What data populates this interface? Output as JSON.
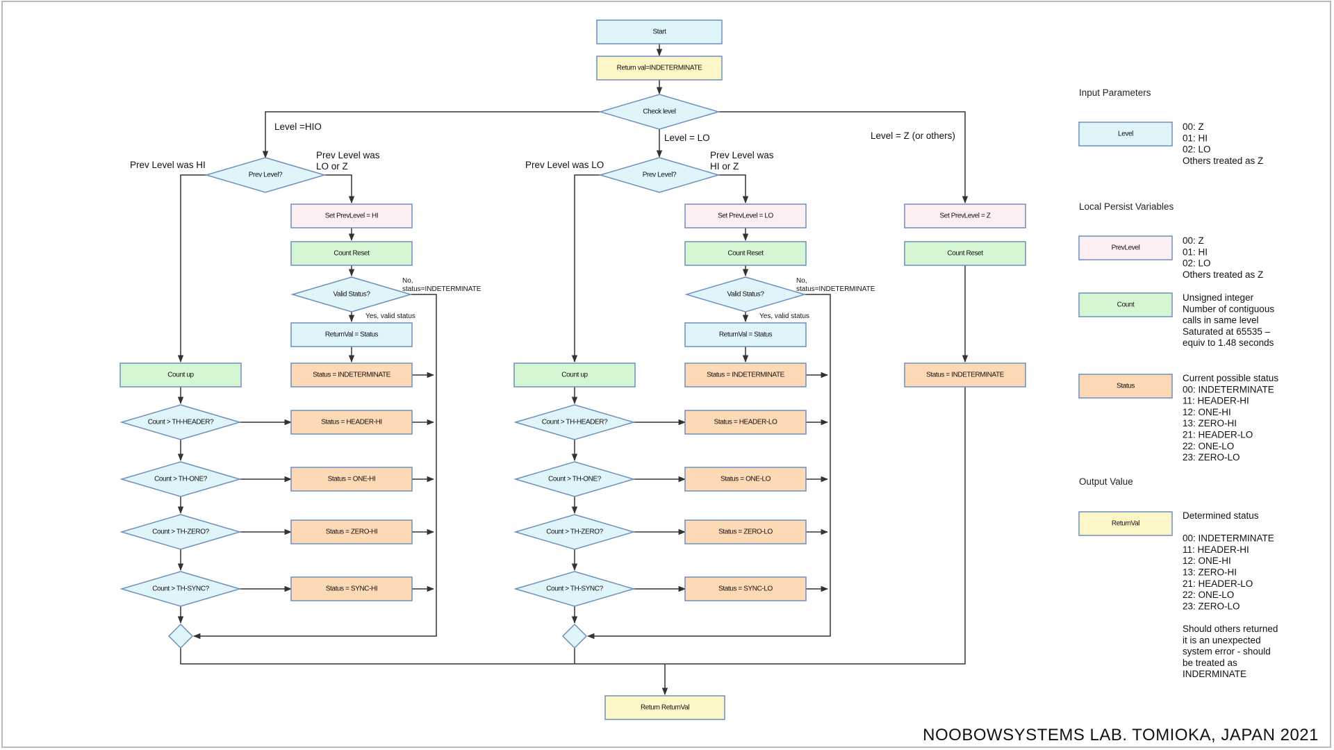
{
  "colors": {
    "cyan": "#dff5fa",
    "yellow": "#fdf6c7",
    "pink": "#fdeef2",
    "green": "#d6f5d2",
    "orange": "#fdd9b6",
    "border": "#6c8ebf",
    "line": "#333333"
  },
  "nodes": {
    "start": "Start",
    "init_retval": "Return val=INDETERMINATE",
    "check_level": "Check level",
    "return_retval": "Return ReturnVal",
    "hi": {
      "prev_level": "Prev Level?",
      "set_prev": "Set PrevLevel = HI",
      "count_reset": "Count Reset",
      "valid_status": "Valid Status?",
      "retval_status": "ReturnVal = Status",
      "status_indet": "Status = INDETERMINATE",
      "count_up": "Count up",
      "q_header": "Count > TH-HEADER?",
      "q_one": "Count > TH-ONE?",
      "q_zero": "Count > TH-ZERO?",
      "q_sync": "Count > TH-SYNC?",
      "s_header": "Status = HEADER-HI",
      "s_one": "Status = ONE-HI",
      "s_zero": "Status = ZERO-HI",
      "s_sync": "Status = SYNC-HI"
    },
    "lo": {
      "prev_level": "Prev Level?",
      "set_prev": "Set PrevLevel = LO",
      "count_reset": "Count Reset",
      "valid_status": "Valid Status?",
      "retval_status": "ReturnVal = Status",
      "status_indet": "Status = INDETERMINATE",
      "count_up": "Count up",
      "q_header": "Count > TH-HEADER?",
      "q_one": "Count > TH-ONE?",
      "q_zero": "Count > TH-ZERO?",
      "q_sync": "Count > TH-SYNC?",
      "s_header": "Status = HEADER-LO",
      "s_one": "Status = ONE-LO",
      "s_zero": "Status = ZERO-LO",
      "s_sync": "Status = SYNC-LO"
    },
    "z": {
      "set_prev": "Set PrevLevel = Z",
      "count_reset": "Count Reset",
      "status_indet": "Status = INDETERMINATE"
    }
  },
  "edge_labels": {
    "level_hi": "Level =HIO",
    "level_lo": "Level = LO",
    "level_z": "Level = Z (or others)",
    "prev_was_hi": "Prev Level was HI",
    "prev_was_lo_or_z": [
      "Prev Level was",
      "LO or Z"
    ],
    "prev_was_lo": "Prev Level was LO",
    "prev_was_hi_or_z": [
      "Prev Level was",
      "HI or Z"
    ],
    "no_status": [
      "No,",
      "status=INDETERMINATE"
    ],
    "yes_valid": "Yes, valid status"
  },
  "legend": {
    "input_title": "Input Parameters",
    "local_title": "Local Persist Variables",
    "output_title": "Output Value",
    "level": {
      "label": "Level",
      "desc": [
        "00: Z",
        "01: HI",
        "02: LO",
        "Others treated as Z"
      ]
    },
    "prevlevel": {
      "label": "PrevLevel",
      "desc": [
        "00: Z",
        "01: HI",
        "02: LO",
        "Others treated as Z"
      ]
    },
    "count": {
      "label": "Count",
      "desc": [
        "Unsigned integer",
        "Number of contiguous",
        "calls in same level",
        "Saturated at 65535 –",
        "equiv to 1.48 seconds"
      ]
    },
    "status": {
      "label": "Status",
      "desc": [
        "Current possible status",
        "00: INDETERMINATE",
        "11: HEADER-HI",
        "12: ONE-HI",
        "13: ZERO-HI",
        "21: HEADER-LO",
        "22: ONE-LO",
        "23: ZERO-LO"
      ]
    },
    "returnval": {
      "label": "ReturnVal",
      "desc": [
        "Determined status",
        "",
        "00: INDETERMINATE",
        "11: HEADER-HI",
        "12: ONE-HI",
        "13: ZERO-HI",
        "21: HEADER-LO",
        "22: ONE-LO",
        "23: ZERO-LO",
        "",
        "Should others returned",
        "it is an unexpected",
        "system error - should",
        "be treated as",
        "INDERMINATE"
      ]
    }
  },
  "footer": "NOOBOWSYSTEMS LAB. TOMIOKA, JAPAN 2021"
}
